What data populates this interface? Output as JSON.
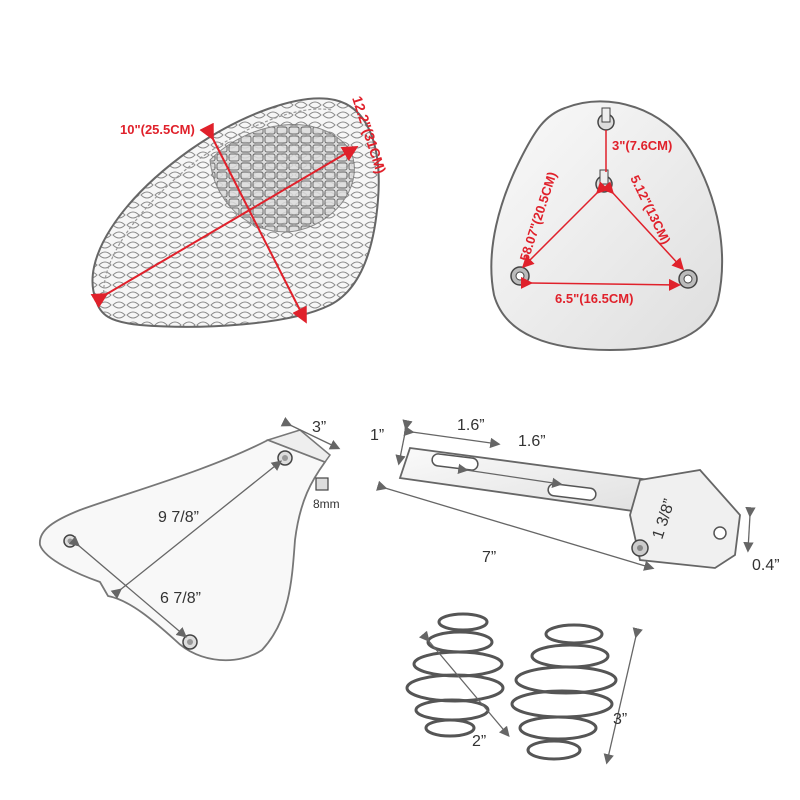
{
  "colors": {
    "dimension_red": "#e0212b",
    "outline_gray": "#555555",
    "part_fill": "#f4f4f4"
  },
  "seat": {
    "width_label": "10\"(25.5CM)",
    "length_label": "12.2\"(31CM)"
  },
  "base_plate": {
    "side_label": "58.07\"(20.5CM)",
    "top_label": "3\"(7.6CM)",
    "right_label": "5.12\"(13CM)",
    "bottom_label": "6.5\"(16.5CM)"
  },
  "seat_pan": {
    "width_label": "3”",
    "bolt_label": "8mm",
    "long_label": "9 7/8”",
    "short_label": "6 7/8”"
  },
  "bracket": {
    "height_label": "1”",
    "offset_label": "1.6”",
    "slot_label": "1.6”",
    "length_label": "7”",
    "hole_label": "1 3/8”",
    "tab_label": "0.4”"
  },
  "springs": {
    "width_label": "2”",
    "height_label": "3”"
  }
}
